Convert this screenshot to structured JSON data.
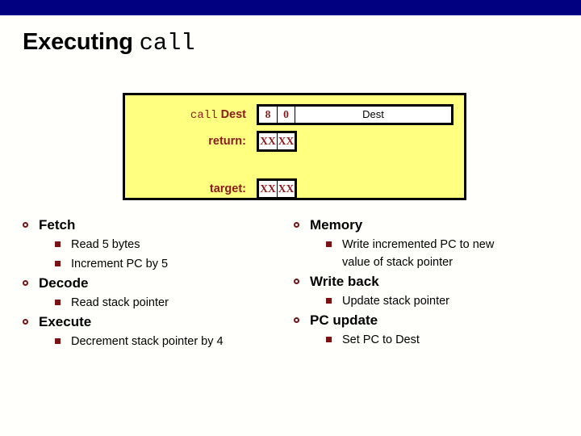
{
  "theme": {
    "banner_color": "#000080",
    "panel_fill": "#FFFF80",
    "panel_border": "#000000",
    "label_color": "#8B1A1A",
    "bullet_color": "#7B1113",
    "page_background": "#FFFFFC"
  },
  "title": {
    "prefix": "Executing",
    "mnemonic": "call"
  },
  "diagram": {
    "rows": [
      {
        "label_mono": "call",
        "label_text": "Dest",
        "cells": [
          {
            "text": "8",
            "kind": "byte"
          },
          {
            "text": "0",
            "kind": "byte"
          },
          {
            "text": "Dest",
            "kind": "wide"
          }
        ]
      },
      {
        "label_mono": "",
        "label_text": "return:",
        "cells": [
          {
            "text": "XX",
            "kind": "byte"
          },
          {
            "text": "XX",
            "kind": "byte"
          }
        ]
      },
      {
        "label_mono": "",
        "label_text": "target:",
        "cells": [
          {
            "text": "XX",
            "kind": "byte"
          },
          {
            "text": "XX",
            "kind": "byte"
          }
        ]
      }
    ]
  },
  "columns": {
    "left": [
      {
        "stage": "Fetch",
        "steps": [
          {
            "line1": "Read 5 bytes",
            "line2": ""
          },
          {
            "line1": "Increment PC by 5",
            "line2": ""
          }
        ]
      },
      {
        "stage": "Decode",
        "steps": [
          {
            "line1": "Read stack pointer",
            "line2": ""
          }
        ]
      },
      {
        "stage": "Execute",
        "steps": [
          {
            "line1": "Decrement stack pointer by 4",
            "line2": ""
          }
        ]
      }
    ],
    "right": [
      {
        "stage": "Memory",
        "steps": [
          {
            "line1": "Write incremented PC to new",
            "line2": "value of stack pointer"
          }
        ]
      },
      {
        "stage": "Write back",
        "steps": [
          {
            "line1": "Update stack pointer",
            "line2": ""
          }
        ]
      },
      {
        "stage": "PC update",
        "steps": [
          {
            "line1": "Set PC to Dest",
            "line2": ""
          }
        ]
      }
    ]
  }
}
